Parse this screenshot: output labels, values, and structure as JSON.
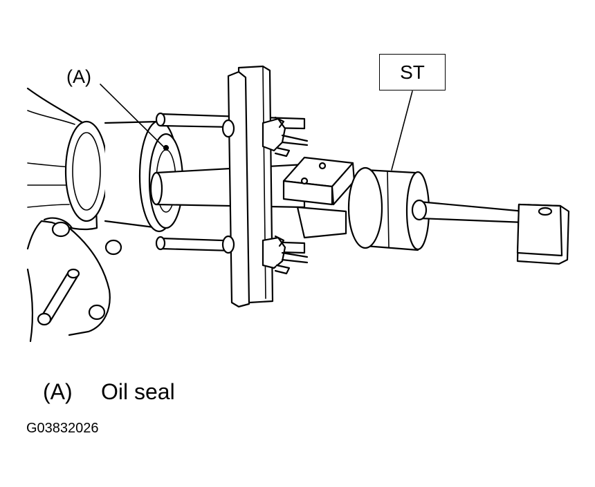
{
  "diagram": {
    "callout_label": "(A)",
    "tool_label": "ST",
    "legend": {
      "key": "(A)",
      "text": "Oil seal"
    },
    "figure_id": "G03832026"
  },
  "colors": {
    "line": "#000000",
    "fill": "#ffffff",
    "background": "#ffffff"
  }
}
